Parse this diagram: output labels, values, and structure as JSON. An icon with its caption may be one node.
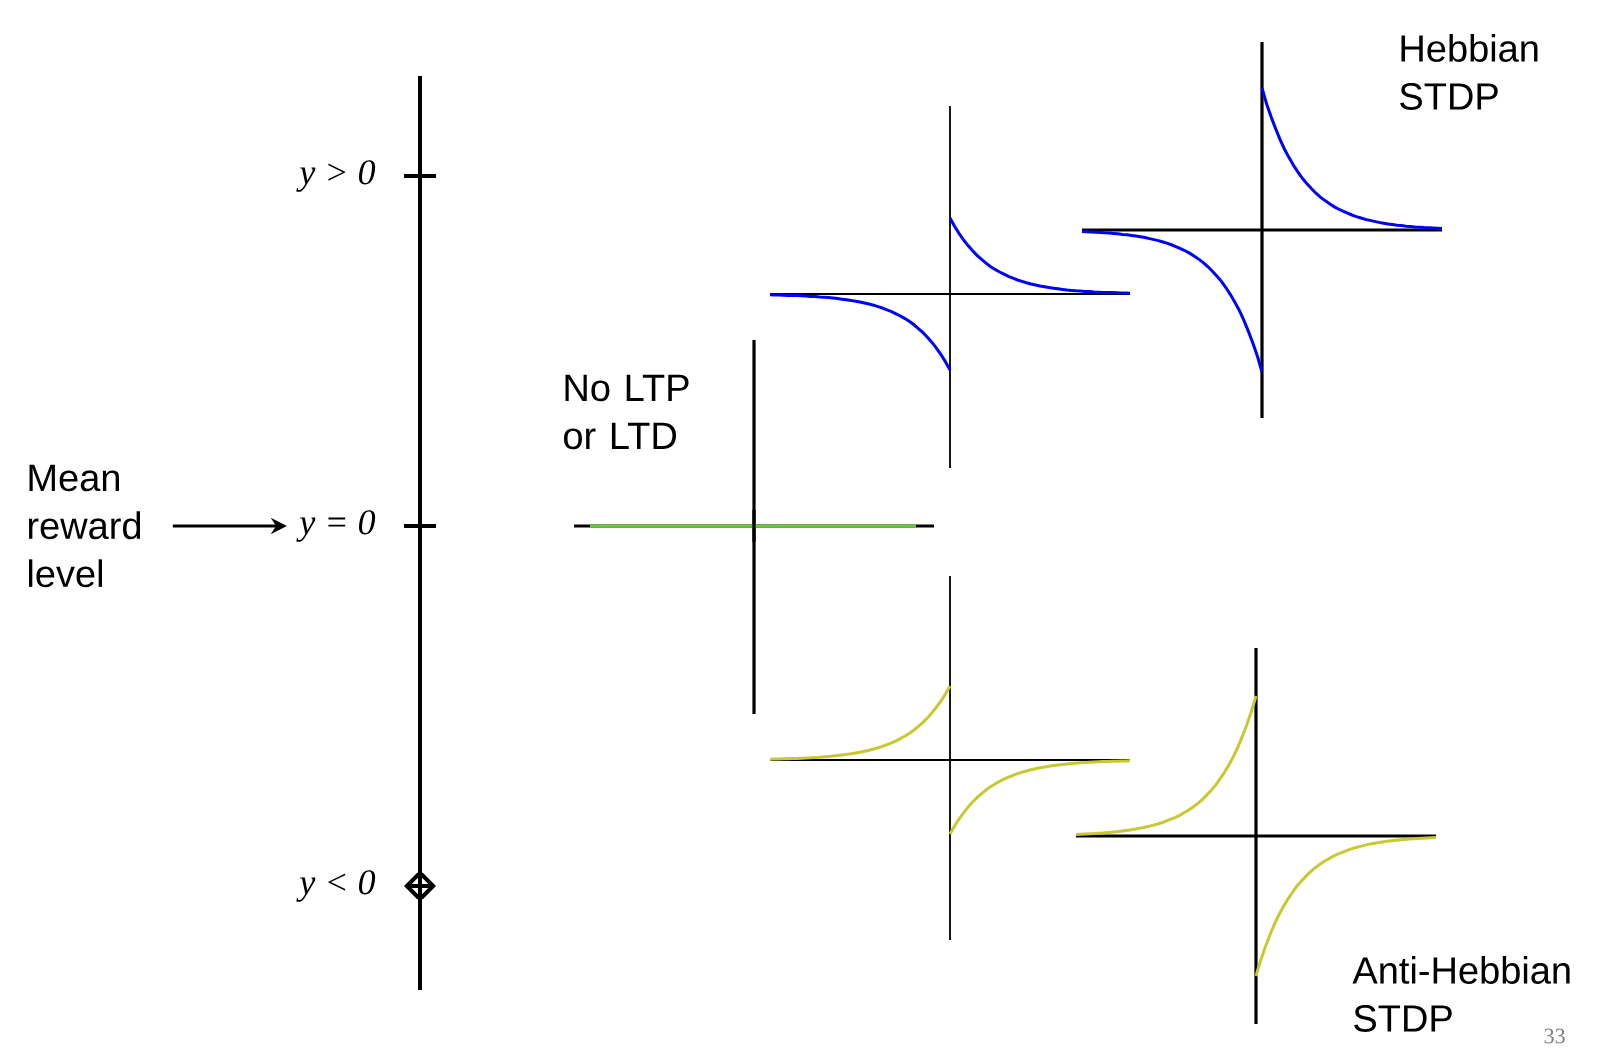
{
  "diagram": {
    "nodes": [
      {
        "text": [
          "Mean reward level"
        ]
      },
      {
        "text": [
          "y = 0"
        ]
      }
    ],
    "edges": [
      {
        "from": 0,
        "to": 1,
        "arrow": "to"
      }
    ],
    "labels": [
      "y > 0",
      "Hebbian STDP",
      "No LTP or LTD",
      "y < 0",
      "Anti-Hebbian STDP",
      "33"
    ]
  }
}
